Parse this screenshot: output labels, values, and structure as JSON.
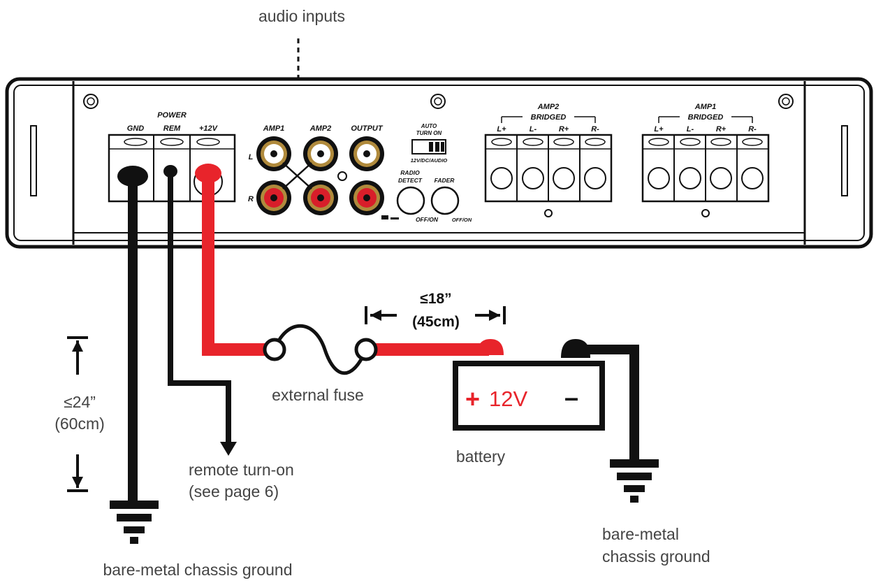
{
  "captions": {
    "audio_inputs": "audio inputs",
    "external_fuse": "external fuse",
    "battery": "battery",
    "remote_line1": "remote turn-on",
    "remote_line2": "(see page 6)",
    "ground_left": "bare-metal chassis ground",
    "ground_right_line1": "bare-metal",
    "ground_right_line2": "chassis ground"
  },
  "dimensions": {
    "fuse_dist_line1": "≤18”",
    "fuse_dist_line2": "(45cm)",
    "ground_dist_line1": "≤24”",
    "ground_dist_line2": "(60cm)"
  },
  "battery": {
    "positive": "+",
    "voltage": "12V",
    "negative": "–"
  },
  "panel": {
    "power_title": "POWER",
    "gnd": "GND",
    "rem": "REM",
    "plus12v": "+12V",
    "rca_l": "L",
    "rca_r": "R",
    "amp1": "AMP1",
    "amp2": "AMP2",
    "output": "OUTPUT",
    "auto_line1": "AUTO",
    "auto_line2": "TURN ON",
    "auto_line3": "12V/DC/AUDIO",
    "radio_line1": "RADIO",
    "radio_line2": "DETECT",
    "fader": "FADER",
    "off_on_1": "OFF/ON",
    "off_on_2": "OFF/ON",
    "spk_amp2": "AMP2",
    "spk_amp1": "AMP1",
    "bridged": "BRIDGED",
    "spk_terminals": [
      "L+",
      "L-",
      "R+",
      "R-"
    ]
  },
  "colors": {
    "wire_red": "#e8242b",
    "wire_black": "#111111",
    "rca_red": "#d81e2a",
    "rca_white": "#ffffff",
    "rca_gold": "#b08a3c",
    "battery_red": "#e8242b"
  }
}
